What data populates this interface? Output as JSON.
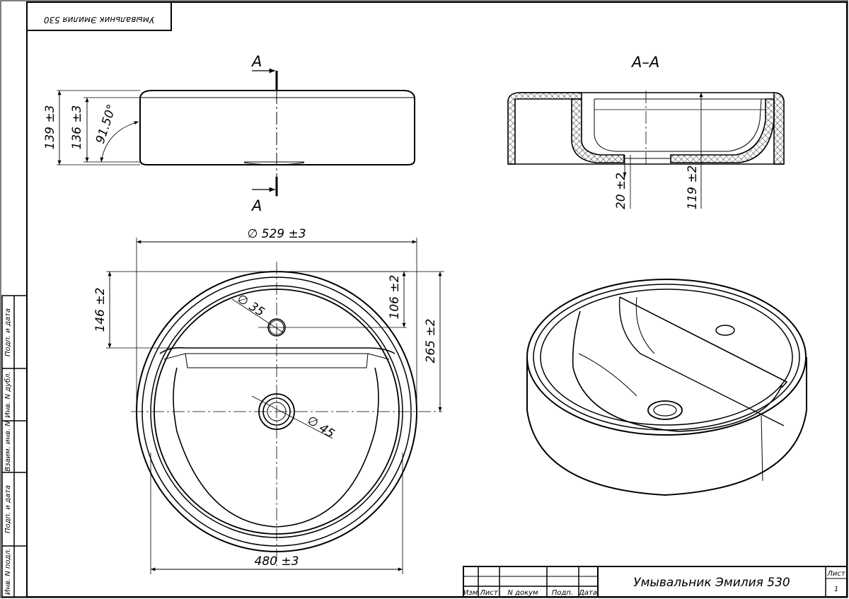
{
  "stamp_top": "Умывальник Эмилия 530",
  "section": {
    "a_top": "A",
    "a_bottom": "A",
    "title": "А–А"
  },
  "dims": {
    "h_139": "139 ±3",
    "h_136": "136 ±3",
    "angle": "91.50°",
    "d_529": "∅ 529 ±3",
    "d_480": "480 ±3",
    "d_146": "146 ±2",
    "d_106": "106 ±2",
    "d_265": "265 ±2",
    "hole_35": "∅ 35",
    "hole_45": "∅ 45",
    "sec_20": "20 ±2",
    "sec_119": "119 ±2"
  },
  "side_strip": [
    "Подп. и дата",
    "Инв. N дубл.",
    "Взаим. инв. N",
    "Подп. и дата",
    "Инв. N подл."
  ],
  "title_block": {
    "columns": [
      "Изм",
      "Лист",
      "N докум",
      "Подп.",
      "Дата"
    ],
    "name": "Умывальник Эмилия 530",
    "sheet_label": "Лист",
    "sheet_no": "1"
  }
}
